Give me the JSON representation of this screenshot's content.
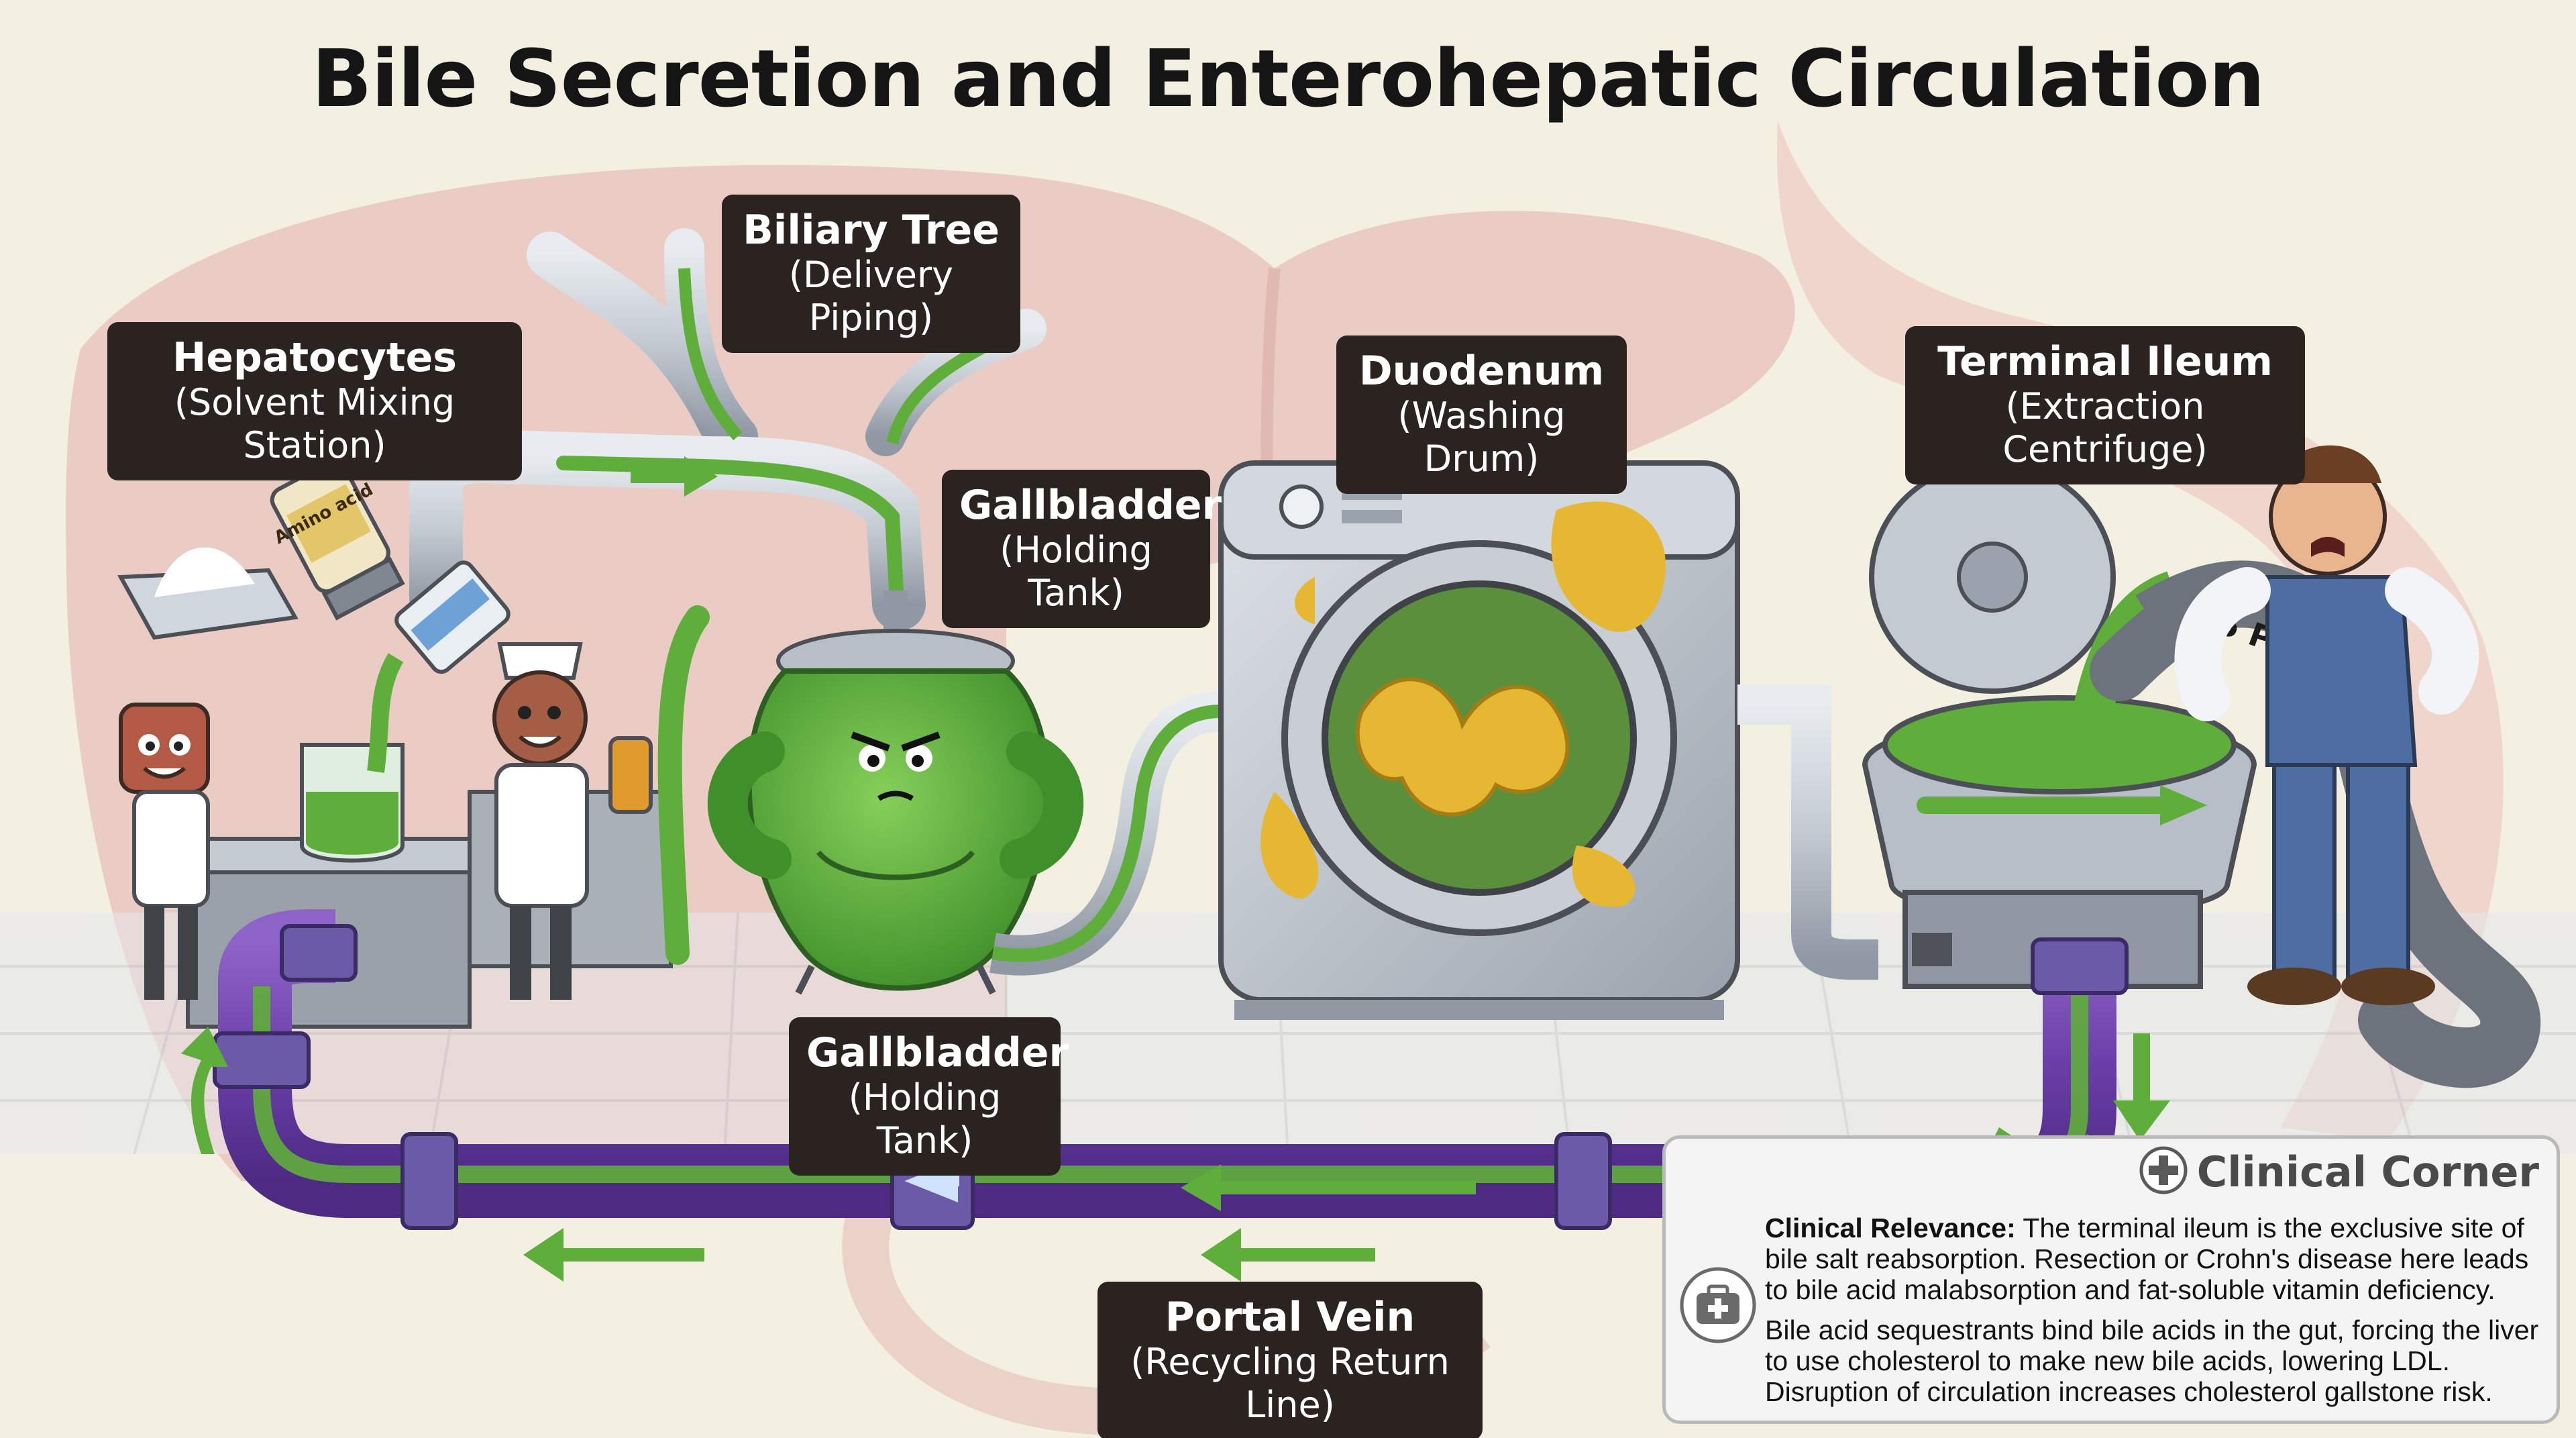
{
  "title": "Bile Secretion and Enterohepatic Circulation",
  "labels": {
    "hepatocytes": {
      "name": "Hepatocytes",
      "analogy": "(Solvent Mixing Station)"
    },
    "biliary_tree": {
      "name": "Biliary Tree",
      "analogy": "(Delivery Piping)"
    },
    "gallbladder_top": {
      "name": "Gallbladder",
      "analogy": "(Holding Tank)"
    },
    "duodenum": {
      "name": "Duodenum",
      "analogy": "(Washing Drum)"
    },
    "terminal_ileum": {
      "name": "Terminal Ileum",
      "analogy": "(Extraction Centrifuge)"
    },
    "gallbladder_bottom": {
      "name": "Gallbladder",
      "analogy": "(Holding Tank)"
    },
    "portal_vein": {
      "name": "Portal Vein",
      "analogy": "(Recycling Return Line)"
    }
  },
  "illustration_text": {
    "jar_label": "Amino acid",
    "hose_label": "95 Percent"
  },
  "clinical": {
    "heading": "Clinical Corner",
    "relevance_label": "Clinical Relevance:",
    "relevance_text": "The terminal ileum is the exclusive site of bile salt reabsorption. Resection or Crohn's disease here leads to bile acid malabsorption and fat-soluble vitamin deficiency.",
    "sequestrant_text": "Bile acid sequestrants bind bile acids in the gut, forcing the liver to use cholesterol to make new bile acids, lowering LDL. Disruption of circulation increases cholesterol gallstone risk."
  },
  "icons": {
    "heading_icon": "plus-circle-icon",
    "kit_icon": "medical-kit-icon"
  },
  "colors": {
    "background": "#f3f0e2",
    "liver": "#e9c6c0",
    "bile_green": "#5fae3b",
    "portal_purple": "#7a4db0",
    "label_bg": "#2b2320",
    "machine_gray": "#b8bec7"
  }
}
